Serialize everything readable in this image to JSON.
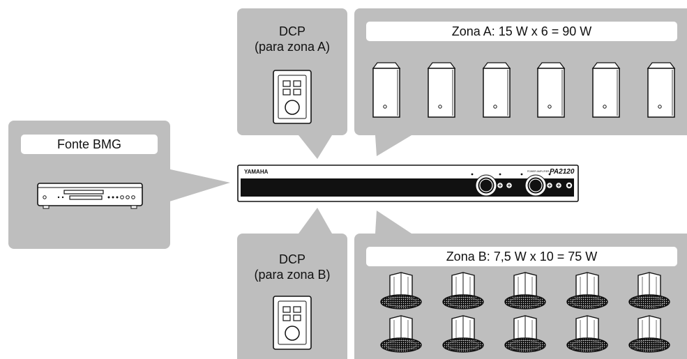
{
  "source": {
    "label": "Fonte BMG",
    "icon": "cd-player-icon"
  },
  "amplifier": {
    "brand": "YAMAHA",
    "model": "PA2120",
    "model_caption": "POWER AMPLIFIER",
    "icon": "amplifier-icon"
  },
  "zone_a": {
    "dcp_label": "DCP\n(para zona A)",
    "dcp_icon": "wall-control-panel-icon",
    "label": "Zona A: 15 W x 6 = 90 W",
    "speaker_icon": "box-speaker-icon",
    "speaker_count": 6
  },
  "zone_b": {
    "dcp_label": "DCP\n(para zona B)",
    "dcp_icon": "wall-control-panel-icon",
    "label": "Zona B: 7,5 W x 10 = 75 W",
    "speaker_icon": "ceiling-speaker-icon",
    "speaker_count": 10
  },
  "colors": {
    "panel": "#bebebe",
    "label_bg": "#ffffff",
    "stroke": "#111111"
  }
}
